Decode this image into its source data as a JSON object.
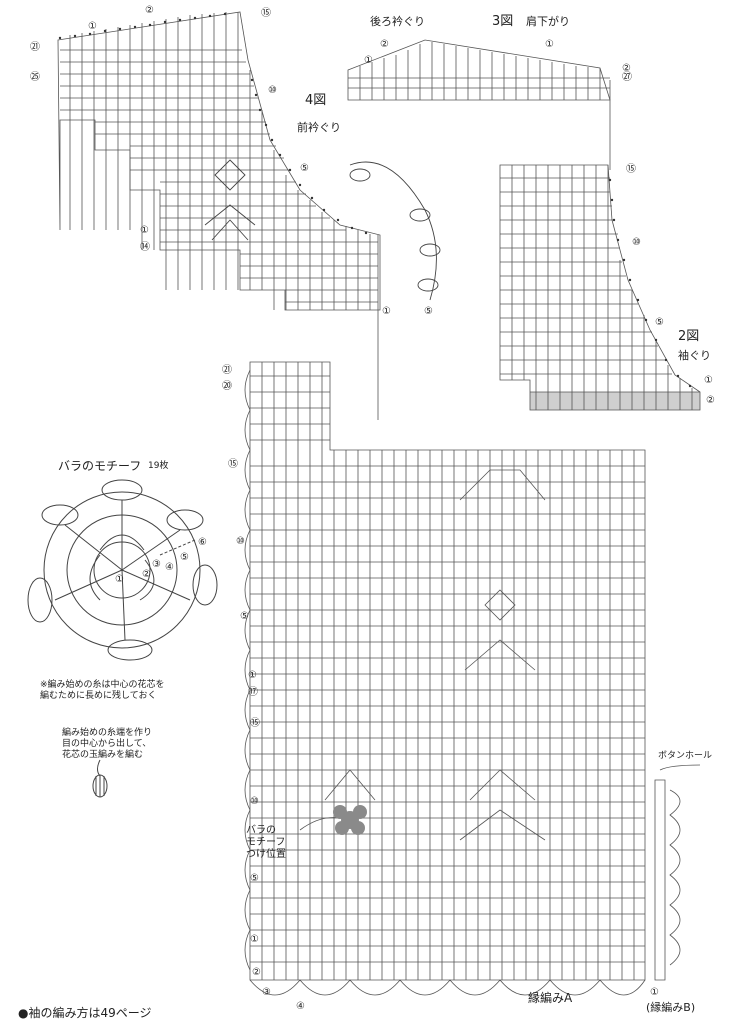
{
  "labels": {
    "fig4_title": "4図",
    "fig4_sub": "前衿ぐり",
    "back_neck": "後ろ衿ぐり",
    "fig3_title": "3図",
    "fig3_sub": "肩下がり",
    "fig2_title": "2図",
    "fig2_sub": "袖ぐり",
    "motif_title": "バラのモチーフ",
    "motif_count": "19枚",
    "button_hole": "ボタンホール",
    "motif_position": "バラの\nモチーフ\nつけ位置",
    "edge_a": "縁編みA",
    "edge_b": "(縁編みB)",
    "footer": "●袖の編み方は49ページ"
  },
  "notes": {
    "note1": "※編み始めの糸は中心の花芯を\n編むために長めに残しておく",
    "note2": "編み始めの糸端を作り\n目の中心から出して、\n花芯の玉編みを編む"
  },
  "markers": {
    "m1": "①",
    "m2": "②",
    "m3": "③",
    "m4": "④",
    "m5": "⑤",
    "m6": "⑥",
    "m10": "⑩",
    "m14": "⑭",
    "m15": "⑮",
    "m17": "⑰",
    "m20": "⑳",
    "m21": "㉑",
    "m25": "㉕",
    "m27": "㉗"
  },
  "colors": {
    "line": "#333333",
    "grid": "#555555",
    "shade": "#cfcfcf",
    "motif_fill": "#8a8a8a"
  }
}
